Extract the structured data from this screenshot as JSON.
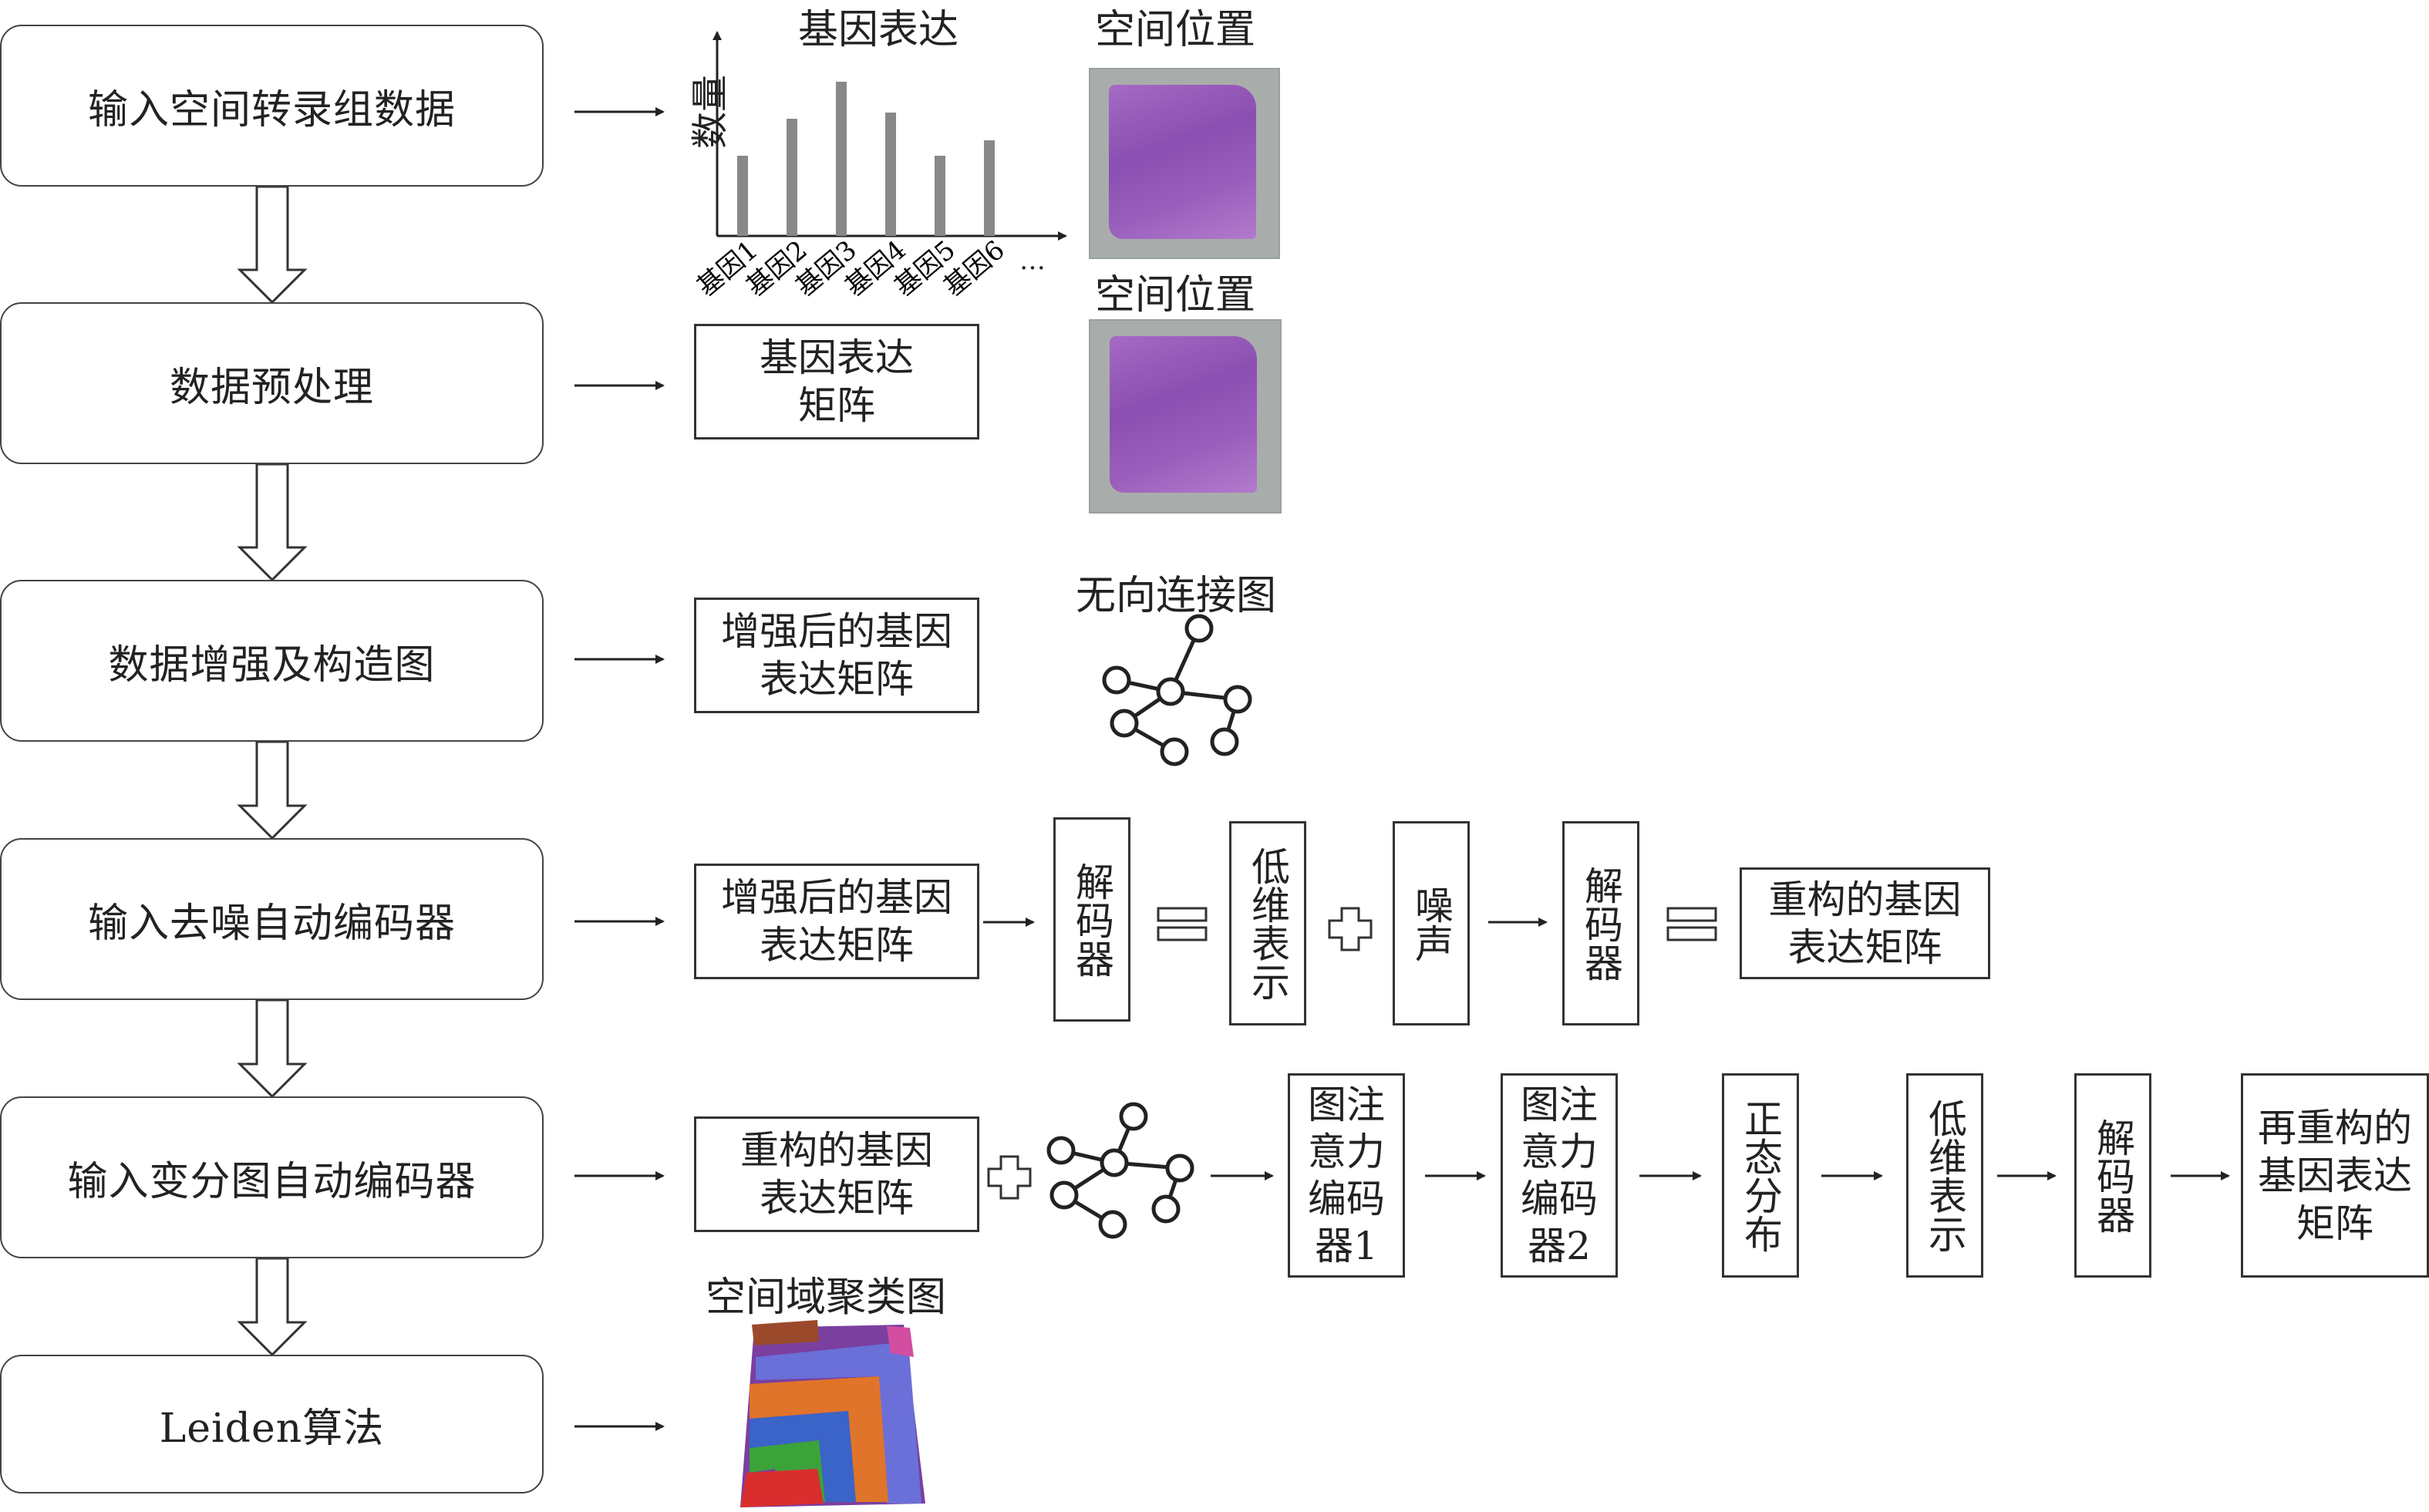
{
  "stages": [
    "输入空间转录组数据",
    "数据预处理",
    "数据增强及构造图",
    "输入去噪自动编码器",
    "输入变分图自动编码器",
    "Leiden算法"
  ],
  "row1": {
    "chart_title": "基因表达",
    "y_label": "数量",
    "image_label": "空间位置"
  },
  "chart_data": {
    "type": "bar",
    "title": "基因表达",
    "ylabel": "数量",
    "xlabel": "",
    "categories": [
      "基因1",
      "基因2",
      "基因3",
      "基因4",
      "基因5",
      "基因6"
    ],
    "values": [
      2.6,
      3.8,
      5.0,
      4.0,
      2.6,
      3.1
    ],
    "x_trailing": "…"
  },
  "row2": {
    "box": "基因表达\n矩阵",
    "image_label": "空间位置"
  },
  "row3": {
    "box": "增强后的基因\n表达矩阵",
    "graph_label": "无向连接图"
  },
  "row4": {
    "input_box": "增强后的基因\n表达矩阵",
    "enc1": "解码器",
    "latent": "低维表示",
    "noise": "噪声",
    "dec": "解码器",
    "output_box": "重构的基因\n表达矩阵"
  },
  "row5": {
    "input_box": "重构的基因\n表达矩阵",
    "gat1": "图注\n意力\n编码\n器1",
    "gat2": "图注\n意力\n编码\n器2",
    "normal": "正态分布",
    "latent": "低维表示",
    "dec": "解码器",
    "output_box": "再重构的\n基因表达\n矩阵"
  },
  "row6": {
    "cluster_label": "空间域聚类图"
  }
}
